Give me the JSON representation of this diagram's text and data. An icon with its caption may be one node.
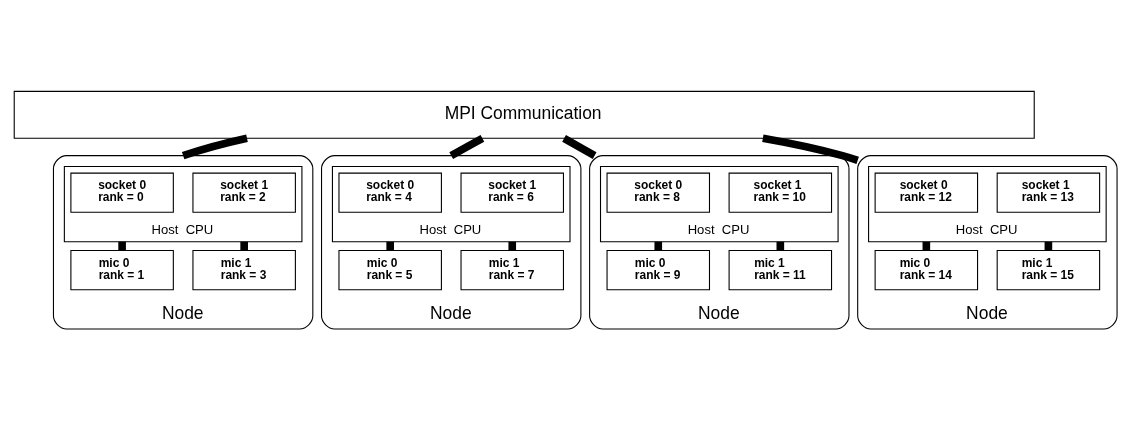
{
  "diagram": {
    "nodes": [
      {
        "text": [
          "MPI Communication"
        ]
      },
      {
        "text": [
          "Node"
        ]
      },
      {
        "text": [
          "Host  CPU"
        ],
        "in": 1
      },
      {
        "text": [
          "socket 0",
          "rank = 0"
        ],
        "in": 2
      },
      {
        "text": [
          "socket 1",
          "rank = 2"
        ],
        "in": 2
      },
      {
        "text": [
          "mic 0",
          "rank = 1"
        ],
        "in": 1
      },
      {
        "text": [
          "mic 1",
          "rank = 3"
        ],
        "in": 1
      },
      {
        "text": [
          "Node"
        ]
      },
      {
        "text": [
          "Host  CPU"
        ],
        "in": 7
      },
      {
        "text": [
          "socket 0",
          "rank = 4"
        ],
        "in": 8
      },
      {
        "text": [
          "socket 1",
          "rank = 6"
        ],
        "in": 8
      },
      {
        "text": [
          "mic 0",
          "rank = 5"
        ],
        "in": 7
      },
      {
        "text": [
          "mic 1",
          "rank = 7"
        ],
        "in": 7
      },
      {
        "text": [
          "Node"
        ]
      },
      {
        "text": [
          "Host  CPU"
        ],
        "in": 13
      },
      {
        "text": [
          "socket 0",
          "rank = 8"
        ],
        "in": 14
      },
      {
        "text": [
          "socket 1",
          "rank = 10"
        ],
        "in": 14
      },
      {
        "text": [
          "mic 0",
          "rank = 9"
        ],
        "in": 13
      },
      {
        "text": [
          "mic 1",
          "rank = 11"
        ],
        "in": 13
      },
      {
        "text": [
          "Node"
        ]
      },
      {
        "text": [
          "Host  CPU"
        ],
        "in": 19
      },
      {
        "text": [
          "socket 0",
          "rank = 12"
        ],
        "in": 20
      },
      {
        "text": [
          "socket 1",
          "rank = 13"
        ],
        "in": 20
      },
      {
        "text": [
          "mic 0",
          "rank = 14"
        ],
        "in": 19
      },
      {
        "text": [
          "mic 1",
          "rank = 15"
        ],
        "in": 19
      }
    ],
    "edges": [
      {
        "from": 0,
        "to": 1,
        "arrow": "none"
      },
      {
        "from": 0,
        "to": 7,
        "arrow": "none"
      },
      {
        "from": 0,
        "to": 13,
        "arrow": "none"
      },
      {
        "from": 0,
        "to": 19,
        "arrow": "none"
      },
      {
        "from": 2,
        "to": 5,
        "arrow": "none"
      },
      {
        "from": 2,
        "to": 6,
        "arrow": "none"
      },
      {
        "from": 8,
        "to": 11,
        "arrow": "none"
      },
      {
        "from": 8,
        "to": 12,
        "arrow": "none"
      },
      {
        "from": 14,
        "to": 17,
        "arrow": "none"
      },
      {
        "from": 14,
        "to": 18,
        "arrow": "none"
      },
      {
        "from": 20,
        "to": 23,
        "arrow": "none"
      },
      {
        "from": 20,
        "to": 24,
        "arrow": "none"
      }
    ]
  }
}
